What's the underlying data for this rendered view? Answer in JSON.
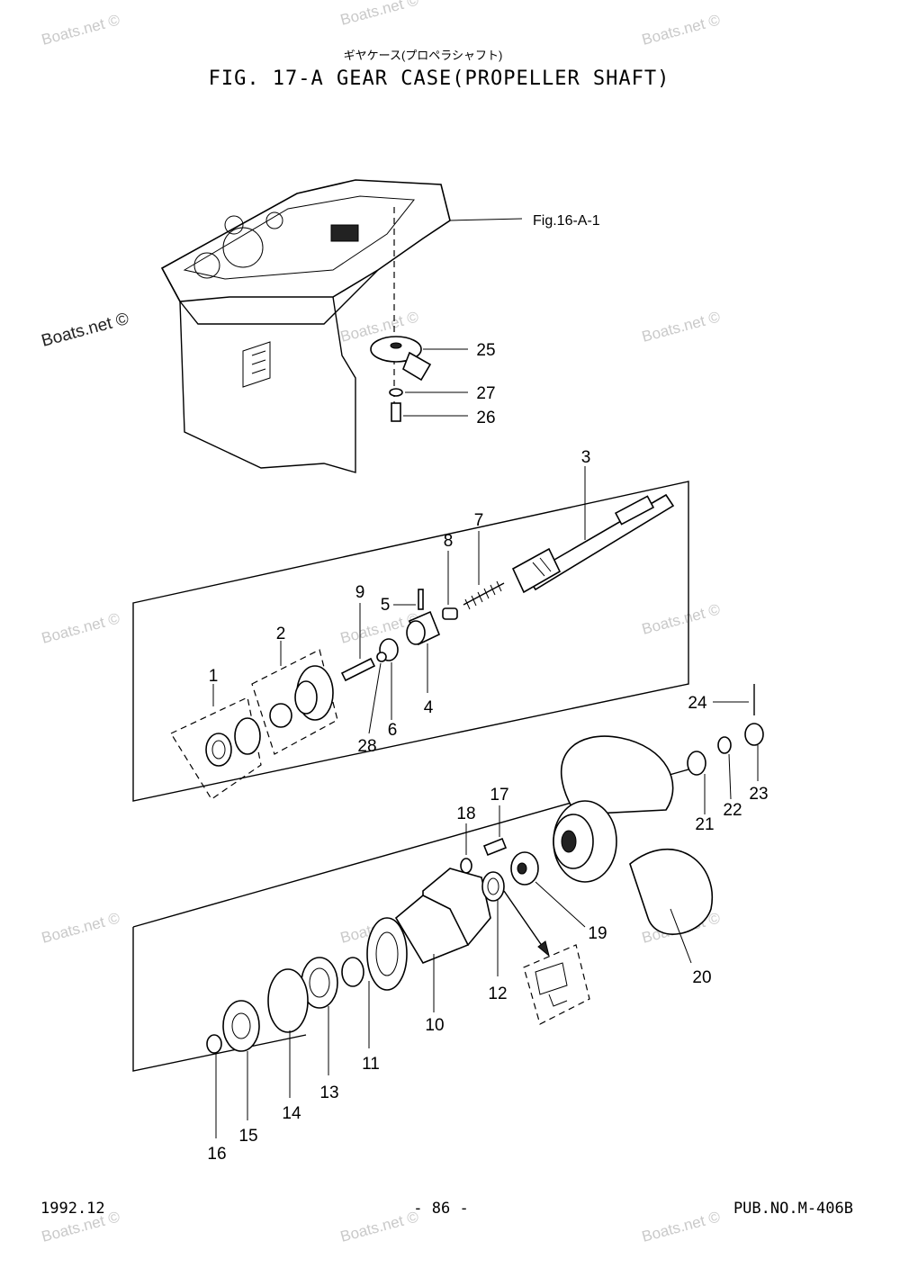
{
  "header": {
    "subtitle_jp": "ギヤケース(プロペラシャフト)",
    "title": "FIG. 17-A GEAR CASE(PROPELLER SHAFT)"
  },
  "reference_label": "Fig.16-A-1",
  "watermark": "Boats.net ©",
  "callouts": {
    "p1": "1",
    "p2": "2",
    "p3": "3",
    "p4": "4",
    "p5": "5",
    "p6": "6",
    "p7": "7",
    "p8": "8",
    "p9": "9",
    "p10": "10",
    "p11": "11",
    "p12": "12",
    "p13": "13",
    "p14": "14",
    "p15": "15",
    "p16": "16",
    "p17": "17",
    "p18": "18",
    "p19": "19",
    "p20": "20",
    "p21": "21",
    "p22": "22",
    "p23": "23",
    "p24": "24",
    "p25": "25",
    "p26": "26",
    "p27": "27",
    "p28": "28"
  },
  "footer": {
    "date": "1992.12",
    "page": "- 86 -",
    "pub_no": "PUB.NO.M-406B"
  }
}
